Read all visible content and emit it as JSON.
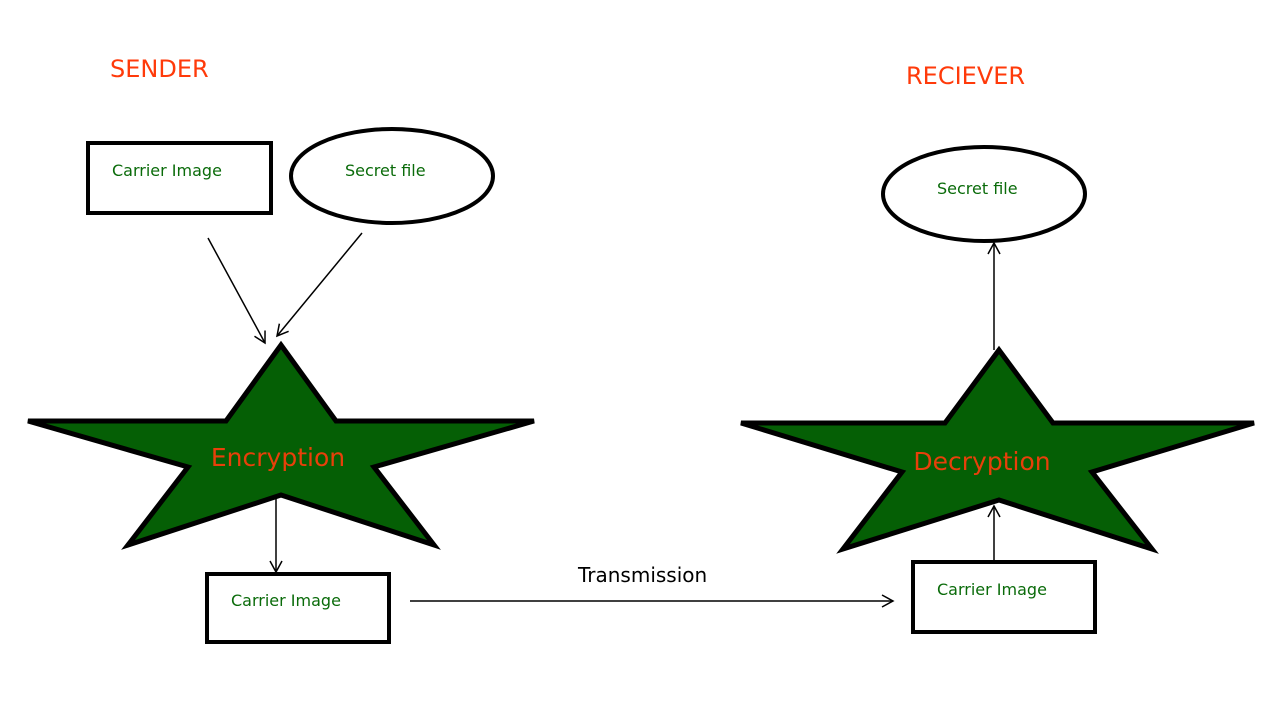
{
  "colors": {
    "title": "#ff3a0a",
    "node_text": "#0a6b0a",
    "star_fill": "#055f05",
    "star_text": "#e8400a",
    "stroke": "#000000"
  },
  "sender": {
    "title": "SENDER",
    "carrier_image": "Carrier Image",
    "secret_file": "Secret file",
    "process": "Encryption",
    "output_carrier": "Carrier Image"
  },
  "transmission": {
    "label": "Transmission"
  },
  "receiver": {
    "title": "RECIEVER",
    "input_carrier": "Carrier Image",
    "process": "Decryption",
    "secret_file": "Secret file"
  }
}
